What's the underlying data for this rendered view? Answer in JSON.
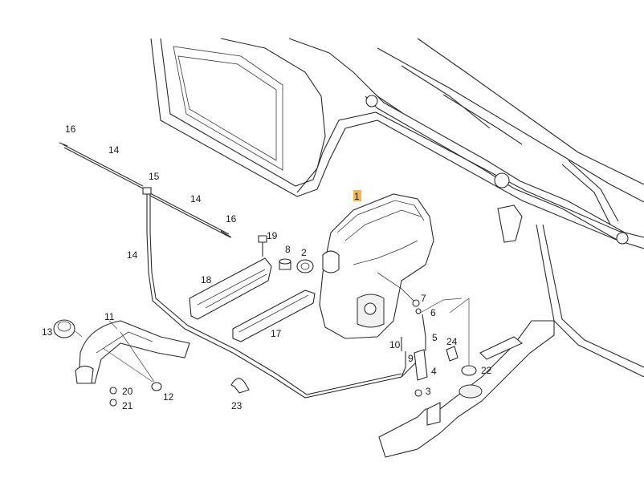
{
  "diagram": {
    "highlight_color": "#f5b840",
    "labels": {
      "p1": "1",
      "p2": "2",
      "p3": "3",
      "p4": "4",
      "p5": "5",
      "p6": "6",
      "p7": "7",
      "p8": "8",
      "p9": "9",
      "p10": "10",
      "p11": "11",
      "p12": "12",
      "p13": "13",
      "p14a": "14",
      "p14b": "14",
      "p14c": "14",
      "p15": "15",
      "p16a": "16",
      "p16b": "16",
      "p17": "17",
      "p18": "18",
      "p19": "19",
      "p20": "20",
      "p21": "21",
      "p22": "22",
      "p23": "23",
      "p24": "24"
    }
  }
}
